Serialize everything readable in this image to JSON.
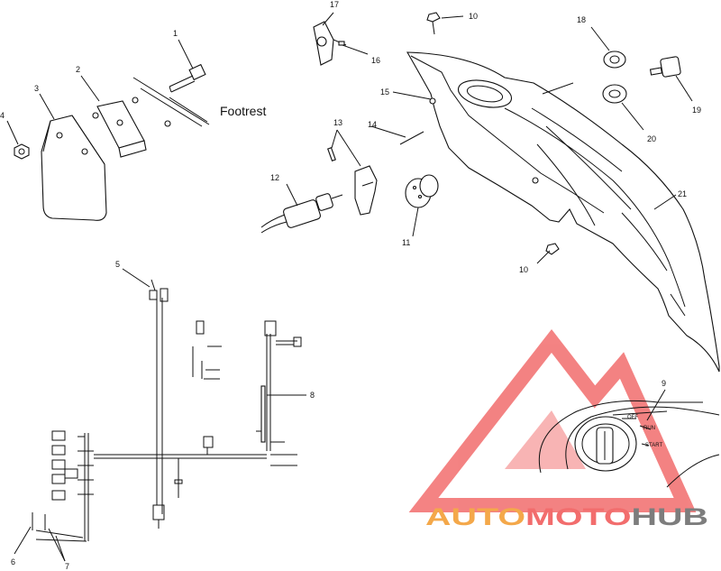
{
  "callouts": {
    "c1": "1",
    "c2": "2",
    "c3": "3",
    "c4": "4",
    "c5": "5",
    "c6": "6",
    "c7": "7",
    "c8": "8",
    "c9": "9",
    "c10a": "10",
    "c10b": "10",
    "c11": "11",
    "c12": "12",
    "c13": "13",
    "c14": "14",
    "c15": "15",
    "c16": "16",
    "c17": "17",
    "c18": "18",
    "c19": "19",
    "c20": "20",
    "c21": "21"
  },
  "footrest_label": "Footrest",
  "switch": {
    "off": "OFF",
    "run": "RUN",
    "start": "START"
  },
  "watermark": {
    "part1": "AUTO",
    "part2": "MOTO",
    "part3": "HUB"
  },
  "colors": {
    "watermark_red": "#f26d6d",
    "watermark_orange": "#f4a84a",
    "watermark_gray": "#7d7d7d"
  }
}
